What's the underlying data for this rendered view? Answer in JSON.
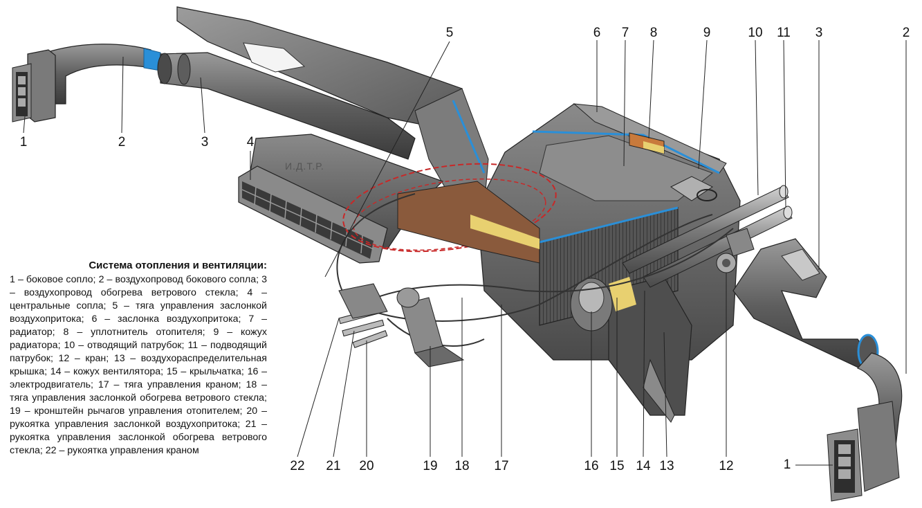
{
  "caption": {
    "title": "Система отопления и вентиляции:",
    "body": "1 – боковое сопло; 2 – воздухопровод бокового сопла; 3 – воздухопровод обогрева ветрового стекла; 4 – центральные сопла; 5 – тяга управления заслонкой воздухопритока; 6 – заслонка воздухопритока; 7 – радиатор; 8 – уплотнитель отопителя; 9 – кожух радиатора; 10 – отводящий патрубок; 11 – подводящий патрубок; 12 – кран; 13 – воздухораспределительная крышка; 14 – кожух вентилятора; 15 – крыльчатка; 16 – электродвигатель; 17 – тяга управления краном; 18 – тяга управления заслонкой обогрева ветрового стекла; 19 – кронштейн рычагов управления отопителем; 20 – рукоятка управления заслонкой воздухопритока; 21 – рукоятка управления заслонкой обогрева ветрового стекла; 22 – рукоятка управления краном"
  },
  "watermark": "И.Д.Т.Р.",
  "callouts": {
    "l1_left": "1",
    "l2_left": "2",
    "l3_left": "3",
    "l4": "4",
    "l5": "5",
    "l6": "6",
    "l7": "7",
    "l8": "8",
    "l9": "9",
    "l10": "10",
    "l11": "11",
    "l3_right": "3",
    "l2_right": "2",
    "l1_right": "1",
    "l22": "22",
    "l21": "21",
    "l20": "20",
    "l19": "19",
    "l18": "18",
    "l17": "17",
    "l16": "16",
    "l15": "15",
    "l14": "14",
    "l13": "13",
    "l12": "12"
  },
  "colors": {
    "body_gray": "#6e6e6e",
    "dark_gray": "#3c3c3c",
    "light_gray": "#b4b4b4",
    "seal_blue": "#2a8fd8",
    "seal_orange": "#c87a3c",
    "pad_yellow": "#e8d070",
    "highlight_red": "#c82828"
  }
}
